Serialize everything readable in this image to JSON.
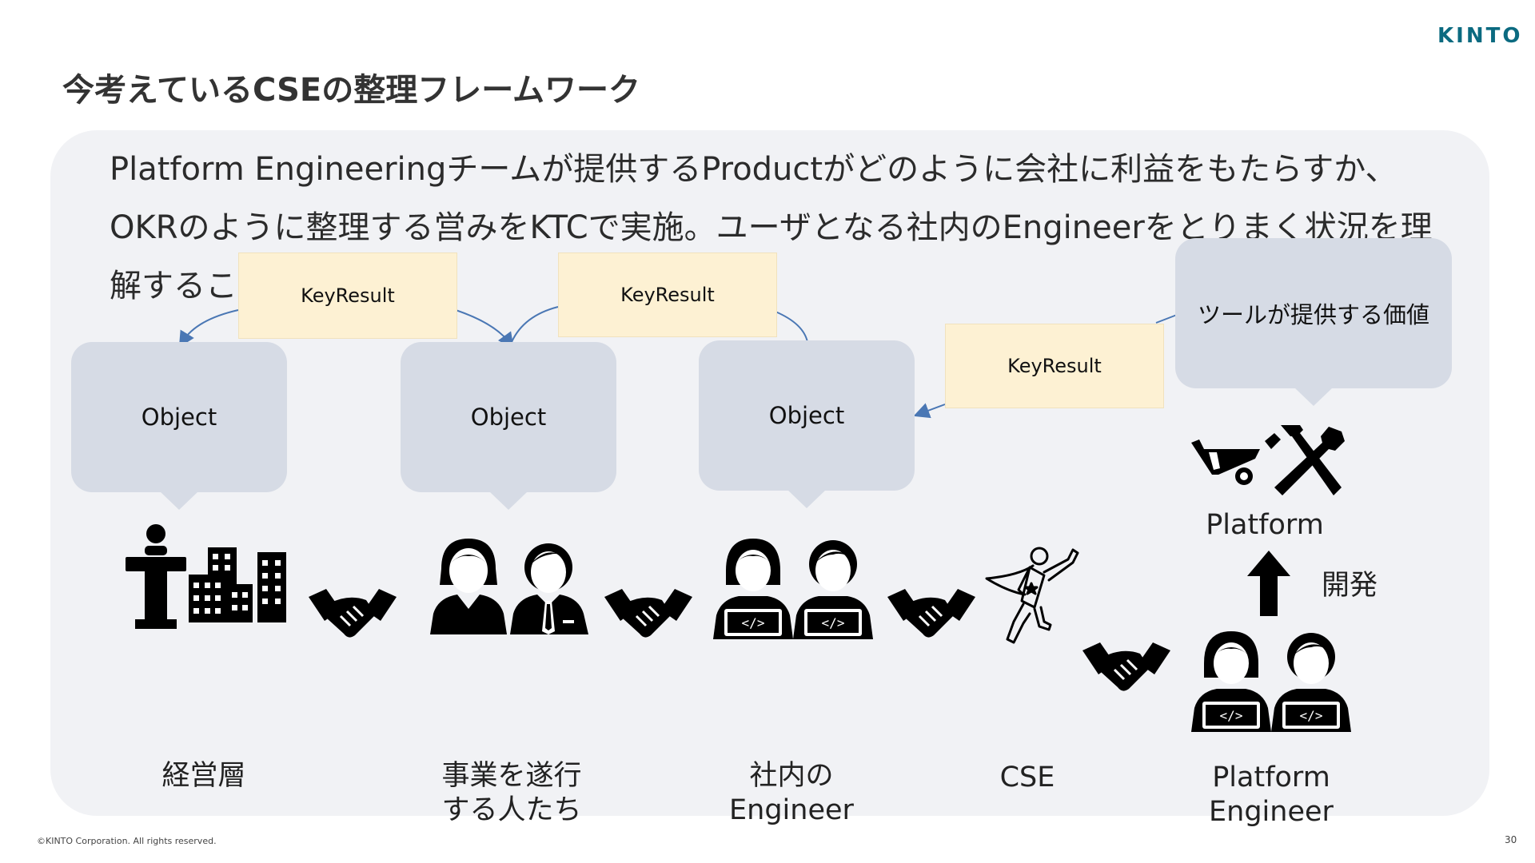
{
  "brand": {
    "logo_text": "KINTO"
  },
  "slide": {
    "title": "今考えているCSEの整理フレームワーク",
    "description_line1": "Platform Engineeringチームが提供するProductがどのように会社に利益をもたらすか、",
    "description_line2": "OKRのように整理する営みをKTCで実施。ユーザとなる社内のEngineerをとりまく状況を理",
    "description_line3": "解するこ",
    "page_number": "30",
    "copyright": "©KINTO Corporation. All rights reserved."
  },
  "bubbles": [
    {
      "text": "Object"
    },
    {
      "text": "Object"
    },
    {
      "text": "Object"
    },
    {
      "text": "ツールが提供する価値"
    }
  ],
  "key_results": [
    {
      "text": "KeyResult"
    },
    {
      "text": "KeyResult"
    },
    {
      "text": "KeyResult"
    }
  ],
  "labels": {
    "executives": "経営層",
    "business_line1": "事業を遂行",
    "business_line2": "する人たち",
    "internal_line1": "社内の",
    "internal_line2": "Engineer",
    "cse": "CSE",
    "pe_line1": "Platform",
    "pe_line2": "Engineer",
    "platform": "Platform",
    "develop": "開発"
  },
  "colors": {
    "accent": "#0b6a80",
    "panel": "#f1f2f5",
    "bubble": "#d6dbe5",
    "key_result": "#fdf1d3",
    "connector": "#4a77b4"
  }
}
